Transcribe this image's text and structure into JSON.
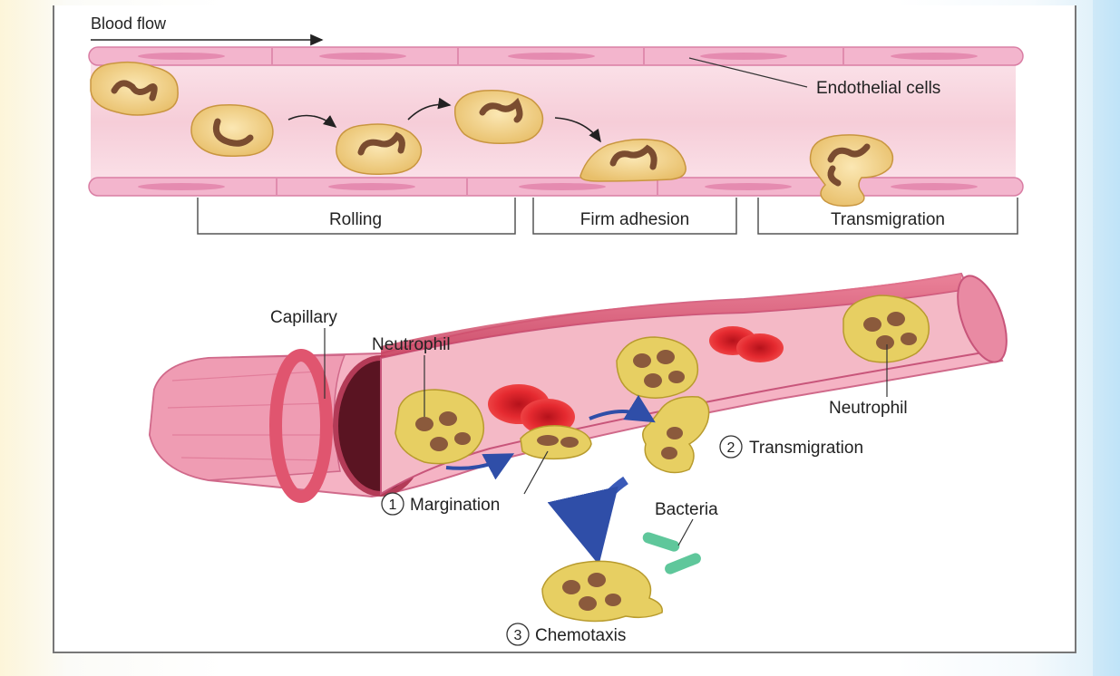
{
  "top_panel": {
    "blood_flow_label": "Blood flow",
    "endothelial_label": "Endothelial cells",
    "stages": [
      "Rolling",
      "Firm adhesion",
      "Transmigration"
    ]
  },
  "bottom_panel": {
    "capillary_label": "Capillary",
    "neutrophil_left_label": "Neutrophil",
    "neutrophil_right_label": "Neutrophil",
    "steps": [
      {
        "number": "1",
        "label": "Margination"
      },
      {
        "number": "2",
        "label": "Transmigration"
      },
      {
        "number": "3",
        "label": "Chemotaxis"
      }
    ],
    "bacteria_label": "Bacteria"
  },
  "colors": {
    "vessel_lumen": "#f8d6de",
    "endothelium": "#f1a6c4",
    "neutrophil": "#f0d28a",
    "nucleus": "#8b5a3c",
    "vessel_wall": "#d9536f",
    "red_cell": "#e0262d",
    "arrow_blue": "#2f4ea8",
    "bacteria": "#5fc79b"
  }
}
